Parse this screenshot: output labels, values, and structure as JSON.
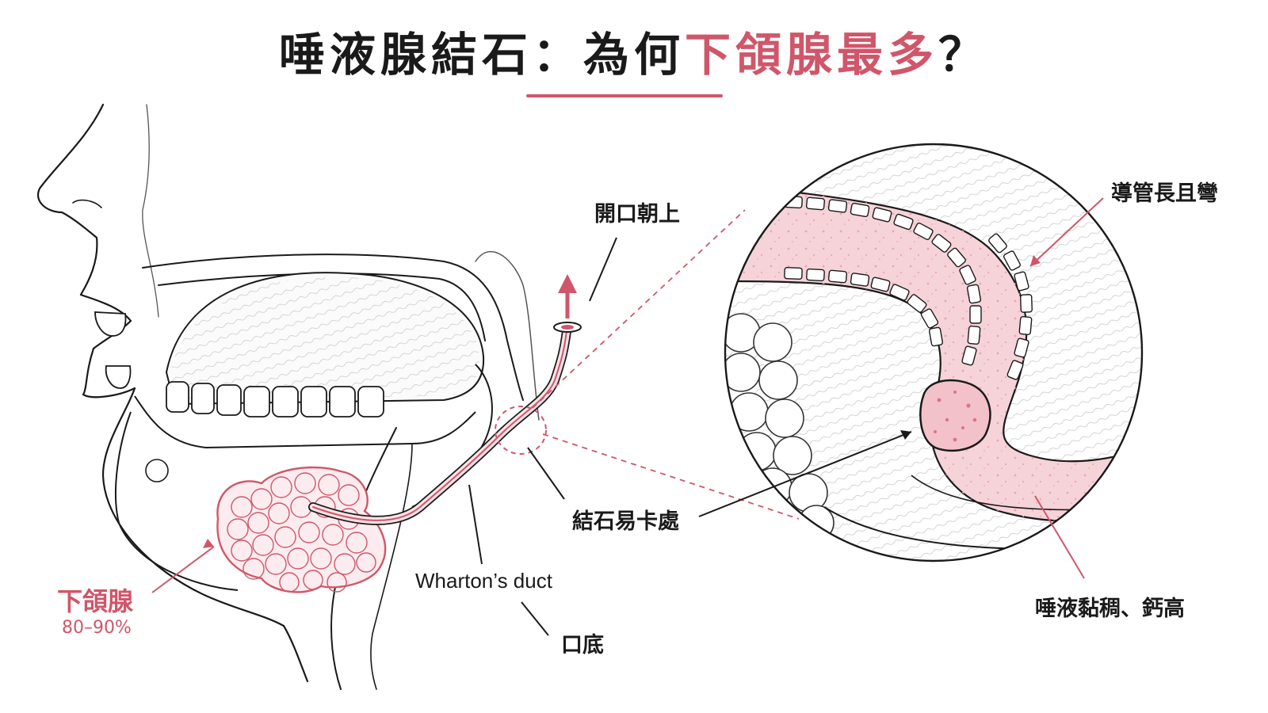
{
  "title": {
    "part1": "唾液腺結石：為何",
    "part2_accent": "下頜腺最多",
    "part3": "？"
  },
  "labels": {
    "opening_up": "開口朝上",
    "stone_stuck": "結石易卡處",
    "wharton": "Wharton’s duct",
    "mouth_floor": "口底",
    "gland": "下頜腺",
    "gland_pct": "80–90%",
    "duct_long": "導管長且彎",
    "saliva": "唾液黏稠、鈣高"
  },
  "colors": {
    "accent": "#d0566a",
    "ink": "#1a1a1a",
    "pink_fill": "#f6d3d9"
  }
}
